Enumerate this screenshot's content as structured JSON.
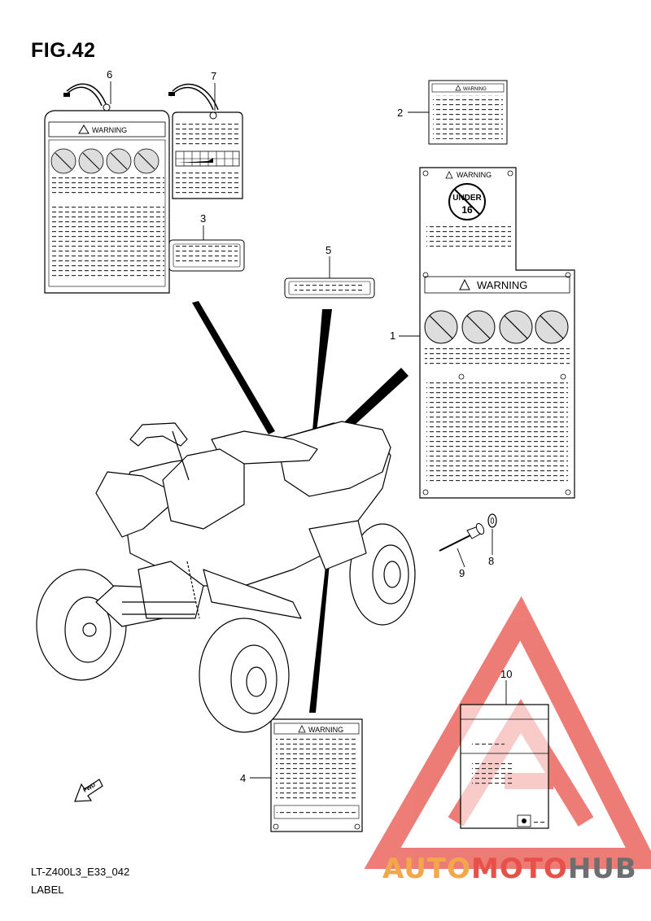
{
  "figure": {
    "title": "FIG.42",
    "model_code": "LT-Z400L3_E33_042",
    "caption": "LABEL"
  },
  "callouts": [
    "1",
    "2",
    "3",
    "4",
    "5",
    "6",
    "7",
    "8",
    "9",
    "10"
  ],
  "labels": {
    "warning_text": "WARNING",
    "under_text": "UNDER",
    "age_text": "16",
    "fwd_text": "FWD"
  },
  "watermark": {
    "part1": "AUTO",
    "part2": "MOTO",
    "part3": "HUB",
    "colors": {
      "part1": "#f2a74a",
      "part2": "#e8514a",
      "part3": "#6e6e6e",
      "triangle": "#e8514a"
    }
  }
}
